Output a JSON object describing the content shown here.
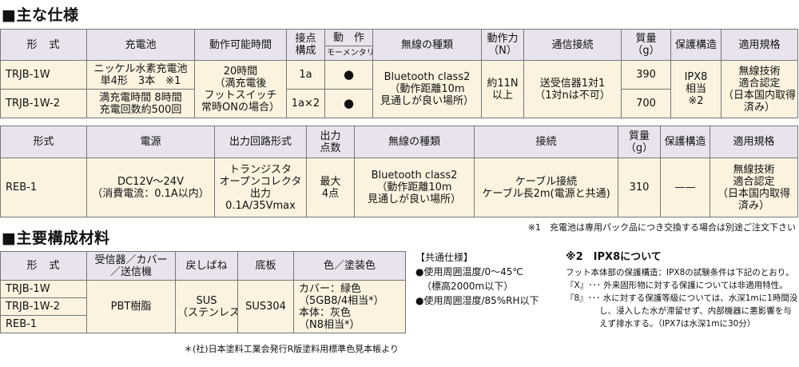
{
  "section1_title": "■主な仕様",
  "table1": {
    "headers": {
      "model": "形　式",
      "battery": "充電池",
      "operating_time": "動作可能時間",
      "contact": "接点\n構成",
      "action": "動　作",
      "action_sub": "モーメンタリ",
      "wireless": "無線の種類",
      "force": "動作力\n（N）",
      "comm": "通信接続",
      "mass": "質量\n（g）",
      "protection": "保護構造",
      "standard": "適用規格"
    },
    "rows": [
      {
        "model": "TRJB-1W",
        "contact": "1a",
        "action": "●",
        "mass": "390"
      },
      {
        "model": "TRJB-1W-2",
        "contact": "1a×2",
        "action": "●",
        "mass": "700"
      }
    ],
    "battery_top": "ニッケル水素充電池\n単4形　3本　※1",
    "battery_bottom": "満充電時間 8時間\n充電回数約500回",
    "operating_time": "20時間\n（満充電後\nフットスイッチ\n常時ONの場合）",
    "wireless": "Bluetooth class2\n（動作距離10m\n見通しが良い場所）",
    "force": "約11N\n以上",
    "comm": "送受信器1対1\n（1対nは不可）",
    "protection": "IPX8\n相当\n※2",
    "standard": "無線技術\n適合認定\n（日本国内取得\n済み）"
  },
  "table2": {
    "headers": {
      "model": "形式",
      "power": "電源",
      "output": "出力回路形式",
      "points": "出力\n点数",
      "wireless": "無線の種類",
      "connection": "接続",
      "mass": "質量\n（g）",
      "protection": "保護構造",
      "standard": "適用規格"
    },
    "row": {
      "model": "REB-1",
      "power": "DC12V～24V\n（消費電流：0.1A以内）",
      "output": "トランジスタ\nオープンコレクタ\n出力\n0.1A/35Vmax",
      "points": "最大\n4点",
      "wireless": "Bluetooth class2\n（動作距離10m\n見通しが良い場所）",
      "connection": "ケーブル接続\nケーブル長2m(電源と共通)",
      "mass": "310",
      "protection": "——",
      "standard": "無線技術\n適合認定\n（日本国内取得\n済み）"
    }
  },
  "note1": "※1　充電池は専用パック品につき交換する場合は別途ご注文下さい",
  "section2_title": "■主要構成材料",
  "table3": {
    "headers": {
      "model": "形　式",
      "receiver": "受信器／カバー\n／送信機",
      "spring": "戻しばね",
      "base": "底板",
      "color": "色／塗装色"
    },
    "models": [
      "TRJB-1W",
      "TRJB-1W-2",
      "REB-1"
    ],
    "receiver": "PBT樹脂",
    "spring": "SUS\n（ステンレス）",
    "base": "SUS304",
    "color": "カバー：緑色\n（5GB8/4相当*）\n本体：灰色\n（N8相当*）"
  },
  "note3": "＊(社)日本塗料工業会発行R版塗料用標準色見本帳より",
  "common": {
    "title": "【共通仕様】",
    "lines": [
      "●使用周囲温度/0～45℃",
      "（標高2000m以下）",
      "●使用周囲湿度/85%RH以下"
    ]
  },
  "ipx8": {
    "title": "※2　IPX8について",
    "text": "フット本体部の保護構造：IPX8の試験条件は下記のとおり。\n『X』･･･ 外来固形物に対する保護については非適用特性。\n『8』･･･ 水に対する保護等級については、水深1mに1時間没\n　　　　し、浸入した水が滞留せず、内部機器に悪影響を与\n　　　　えず排水する。（IPX7は水深1mに30分）"
  }
}
